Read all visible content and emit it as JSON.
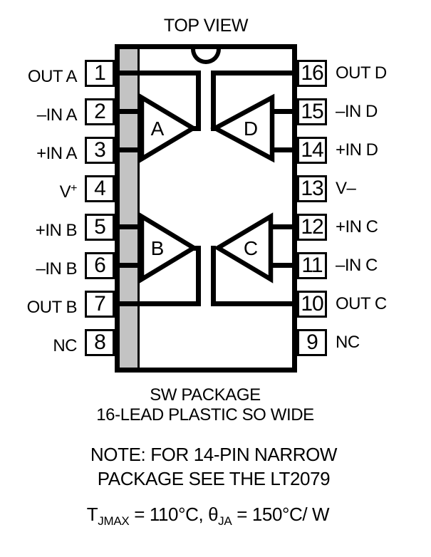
{
  "title": "TOP VIEW",
  "package": {
    "amplifiers": {
      "a": "A",
      "b": "B",
      "c": "C",
      "d": "D"
    },
    "left_pins": [
      {
        "num": "1",
        "label": "OUT A",
        "sup": ""
      },
      {
        "num": "2",
        "label": "–IN A",
        "sup": ""
      },
      {
        "num": "3",
        "label": "+IN A",
        "sup": ""
      },
      {
        "num": "4",
        "label": "V",
        "sup": "+"
      },
      {
        "num": "5",
        "label": "+IN B",
        "sup": ""
      },
      {
        "num": "6",
        "label": "–IN B",
        "sup": ""
      },
      {
        "num": "7",
        "label": "OUT B",
        "sup": ""
      },
      {
        "num": "8",
        "label": "NC",
        "sup": ""
      }
    ],
    "right_pins": [
      {
        "num": "16",
        "label": "OUT D",
        "sup": ""
      },
      {
        "num": "15",
        "label": "–IN D",
        "sup": ""
      },
      {
        "num": "14",
        "label": "+IN D",
        "sup": ""
      },
      {
        "num": "13",
        "label": "V–",
        "sup": ""
      },
      {
        "num": "12",
        "label": "+IN C",
        "sup": ""
      },
      {
        "num": "11",
        "label": "–IN C",
        "sup": ""
      },
      {
        "num": "10",
        "label": "OUT C",
        "sup": ""
      },
      {
        "num": "9",
        "label": "NC",
        "sup": ""
      }
    ]
  },
  "captions": {
    "package_line1": "SW PACKAGE",
    "package_line2": "16-LEAD PLASTIC SO WIDE",
    "note_line1": "NOTE: FOR 14-PIN NARROW",
    "note_line2": "PACKAGE SEE THE LT2079",
    "thermal": {
      "t_base": "T",
      "t_sub": "JMAX",
      "t_value": " = 110°C, ",
      "theta_base": "θ",
      "theta_sub": "JA",
      "theta_value": " = 150°C/ W"
    }
  },
  "colors": {
    "ink": "#000000",
    "stripe": "#c3c3c3",
    "background": "#ffffff"
  }
}
